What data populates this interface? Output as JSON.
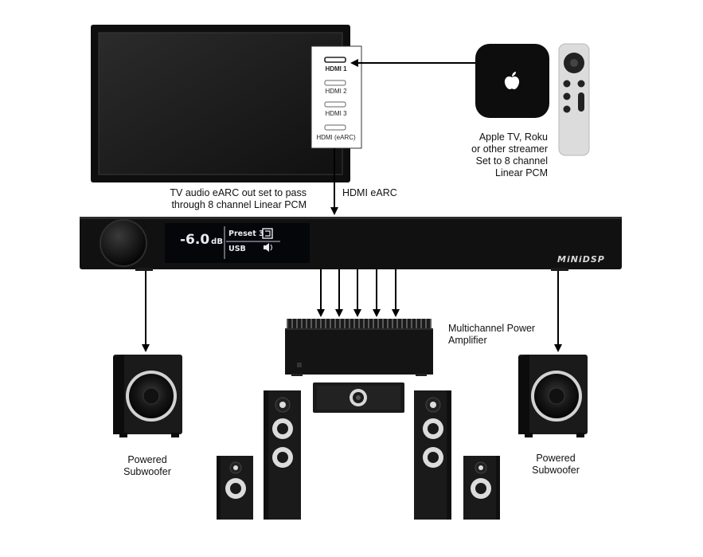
{
  "tv": {
    "ports": [
      "HDMI 1",
      "HDMI 2",
      "HDMI 3",
      "HDMI (eARC)"
    ]
  },
  "streamer": {
    "caption": "Apple TV, Roku\nor other streamer\nSet to 8 channel\nLinear PCM"
  },
  "tv_caption": "TV audio eARC out set to pass\nthrough  8 channel Linear PCM",
  "earc_label": "HDMI eARC",
  "processor": {
    "volume": "-6.0",
    "volume_unit": "dB",
    "preset": "Preset 3",
    "source": "USB",
    "brand": "MiNiDSP"
  },
  "amp_caption": "Multichannel Power\nAmplifier",
  "sub_left_caption": "Powered\nSubwoofer",
  "sub_right_caption": "Powered\nSubwoofer",
  "colors": {
    "device": "#121212",
    "display_bg": "#05060a",
    "woofer_ring": "#cfcfcf",
    "arrow": "#000000"
  }
}
